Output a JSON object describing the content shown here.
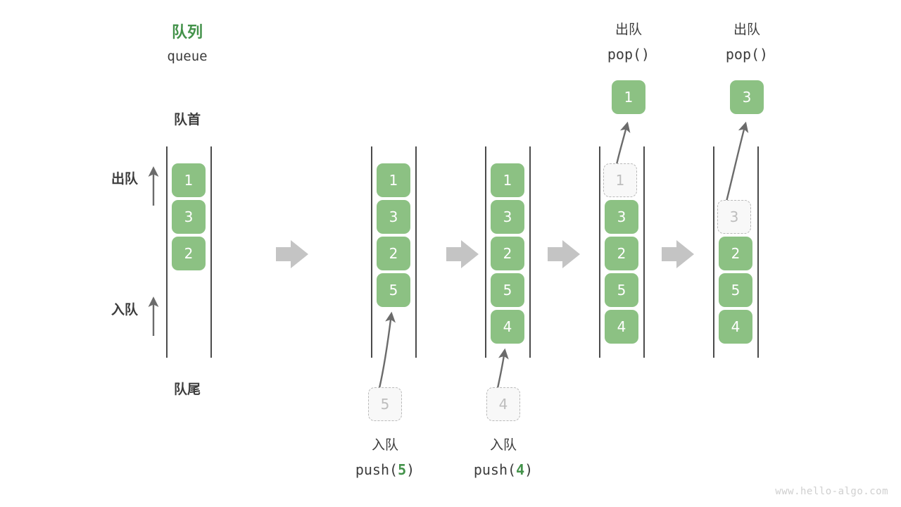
{
  "diagram": {
    "title_cn": "队列",
    "title_en": "queue",
    "front_label": "队首",
    "rear_label": "队尾",
    "dequeue_label": "出队",
    "enqueue_label": "入队",
    "watermark": "www.hello-algo.com",
    "colors": {
      "accent_green": "#43924a",
      "cell_green": "#8cc183",
      "ghost_gray": "#bdbdbd",
      "rail_gray": "#4b4b4b",
      "arrow_gray": "#bfbfbf",
      "curve_gray": "#6b6b6b",
      "text_dark": "#3c3c3c",
      "watermark_gray": "#cfcfcf"
    }
  },
  "steps": [
    {
      "id": "initial",
      "cells": [
        {
          "value": "1",
          "state": "solid"
        },
        {
          "value": "3",
          "state": "solid"
        },
        {
          "value": "2",
          "state": "solid"
        }
      ],
      "incoming": null,
      "popped": null,
      "caption_cn": null,
      "caption_code": null
    },
    {
      "id": "push-5",
      "cells": [
        {
          "value": "1",
          "state": "solid"
        },
        {
          "value": "3",
          "state": "solid"
        },
        {
          "value": "2",
          "state": "solid"
        },
        {
          "value": "5",
          "state": "solid"
        }
      ],
      "incoming": {
        "value": "5",
        "state": "ghost"
      },
      "popped": null,
      "caption_cn": "入队",
      "caption_code_pre": "push(",
      "caption_code_arg": "5",
      "caption_code_post": ")"
    },
    {
      "id": "push-4",
      "cells": [
        {
          "value": "1",
          "state": "solid"
        },
        {
          "value": "3",
          "state": "solid"
        },
        {
          "value": "2",
          "state": "solid"
        },
        {
          "value": "5",
          "state": "solid"
        },
        {
          "value": "4",
          "state": "solid"
        }
      ],
      "incoming": {
        "value": "4",
        "state": "ghost"
      },
      "popped": null,
      "caption_cn": "入队",
      "caption_code_pre": "push(",
      "caption_code_arg": "4",
      "caption_code_post": ")"
    },
    {
      "id": "pop-1",
      "cells": [
        {
          "value": "1",
          "state": "ghost"
        },
        {
          "value": "3",
          "state": "solid"
        },
        {
          "value": "2",
          "state": "solid"
        },
        {
          "value": "5",
          "state": "solid"
        },
        {
          "value": "4",
          "state": "solid"
        }
      ],
      "incoming": null,
      "popped": {
        "value": "1",
        "state": "solid"
      },
      "header_cn": "出队",
      "header_code": "pop()"
    },
    {
      "id": "pop-3",
      "cells": [
        {
          "value": "",
          "state": "empty"
        },
        {
          "value": "3",
          "state": "ghost"
        },
        {
          "value": "2",
          "state": "solid"
        },
        {
          "value": "5",
          "state": "solid"
        },
        {
          "value": "4",
          "state": "solid"
        }
      ],
      "incoming": null,
      "popped": {
        "value": "3",
        "state": "solid"
      },
      "header_cn": "出队",
      "header_code": "pop()"
    }
  ],
  "transitions": [
    {
      "id": "t1",
      "glyph": "block-arrow-right"
    },
    {
      "id": "t2",
      "glyph": "block-arrow-right"
    },
    {
      "id": "t3",
      "glyph": "block-arrow-right"
    },
    {
      "id": "t4",
      "glyph": "block-arrow-right"
    }
  ]
}
